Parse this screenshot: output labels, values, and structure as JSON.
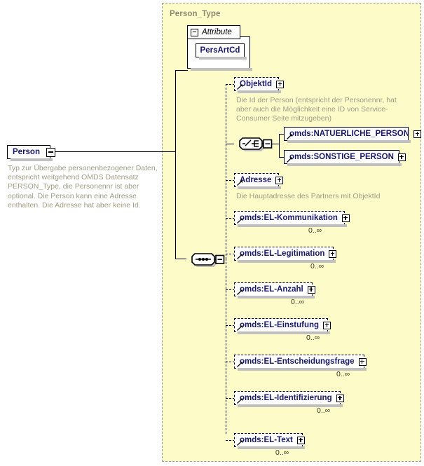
{
  "diagram": {
    "kind": "xsd-schema-diagram",
    "root_element": {
      "name": "Person",
      "expander": "minus",
      "documentation": "Typ zur Übergabe personenbezogener Daten, entspricht weitgehend OMDS Datensatz PERSON_Type, die Personennr ist aber optional. Die Person kann eine Adresse enthalten. Die Adresse hat aber keine Id."
    },
    "type_panel": {
      "title": "Person_Type"
    },
    "attribute_group": {
      "header_label": "Attribute",
      "header_expander": "minus",
      "attributes": [
        {
          "name": "PersArtCd"
        }
      ]
    },
    "compositors": {
      "choice": {
        "symbol": "choice-switch",
        "expander": "minus"
      },
      "sequence": {
        "symbol": "sequence-dots",
        "expander": "minus"
      }
    },
    "elements": [
      {
        "name": "ObjektId",
        "expander": "plus",
        "optional": true,
        "cardinality": "",
        "documentation": "Die Id der Person (entspricht der Personennr, hat aber auch die Möglichkeit eine ID von Service-Consumer Seite mitzugeben)"
      },
      {
        "name": "omds:NATUERLICHE_PERSON",
        "expander": "plus",
        "optional": false,
        "cardinality": "",
        "documentation": ""
      },
      {
        "name": "omds:SONSTIGE_PERSON",
        "expander": "plus",
        "optional": false,
        "cardinality": "",
        "documentation": ""
      },
      {
        "name": "Adresse",
        "expander": "plus",
        "optional": true,
        "cardinality": "",
        "documentation": "Die Hauptadresse des Partners mit ObjektId"
      },
      {
        "name": "omds:EL-Kommunikation",
        "expander": "plus",
        "optional": true,
        "cardinality": "0..∞",
        "documentation": ""
      },
      {
        "name": "omds:EL-Legitimation",
        "expander": "plus",
        "optional": true,
        "cardinality": "0..∞",
        "documentation": ""
      },
      {
        "name": "omds:EL-Anzahl",
        "expander": "plus",
        "optional": true,
        "cardinality": "0..∞",
        "documentation": ""
      },
      {
        "name": "omds:EL-Einstufung",
        "expander": "plus",
        "optional": true,
        "cardinality": "0..∞",
        "documentation": ""
      },
      {
        "name": "omds:EL-Entscheidungsfrage",
        "expander": "plus",
        "optional": true,
        "cardinality": "0..∞",
        "documentation": ""
      },
      {
        "name": "omds:EL-Identifizierung",
        "expander": "plus",
        "optional": true,
        "cardinality": "0..∞",
        "documentation": ""
      },
      {
        "name": "omds:EL-Text",
        "expander": "plus",
        "optional": true,
        "cardinality": "0..∞",
        "documentation": ""
      }
    ],
    "colors": {
      "panel_background": "#fdfbc8",
      "panel_border": "#9a9a9a",
      "node_label": "#18186a",
      "documentation_text": "#9e9e86",
      "panel_title": "#8a8a72",
      "shadow": "#c0c0c0"
    }
  }
}
